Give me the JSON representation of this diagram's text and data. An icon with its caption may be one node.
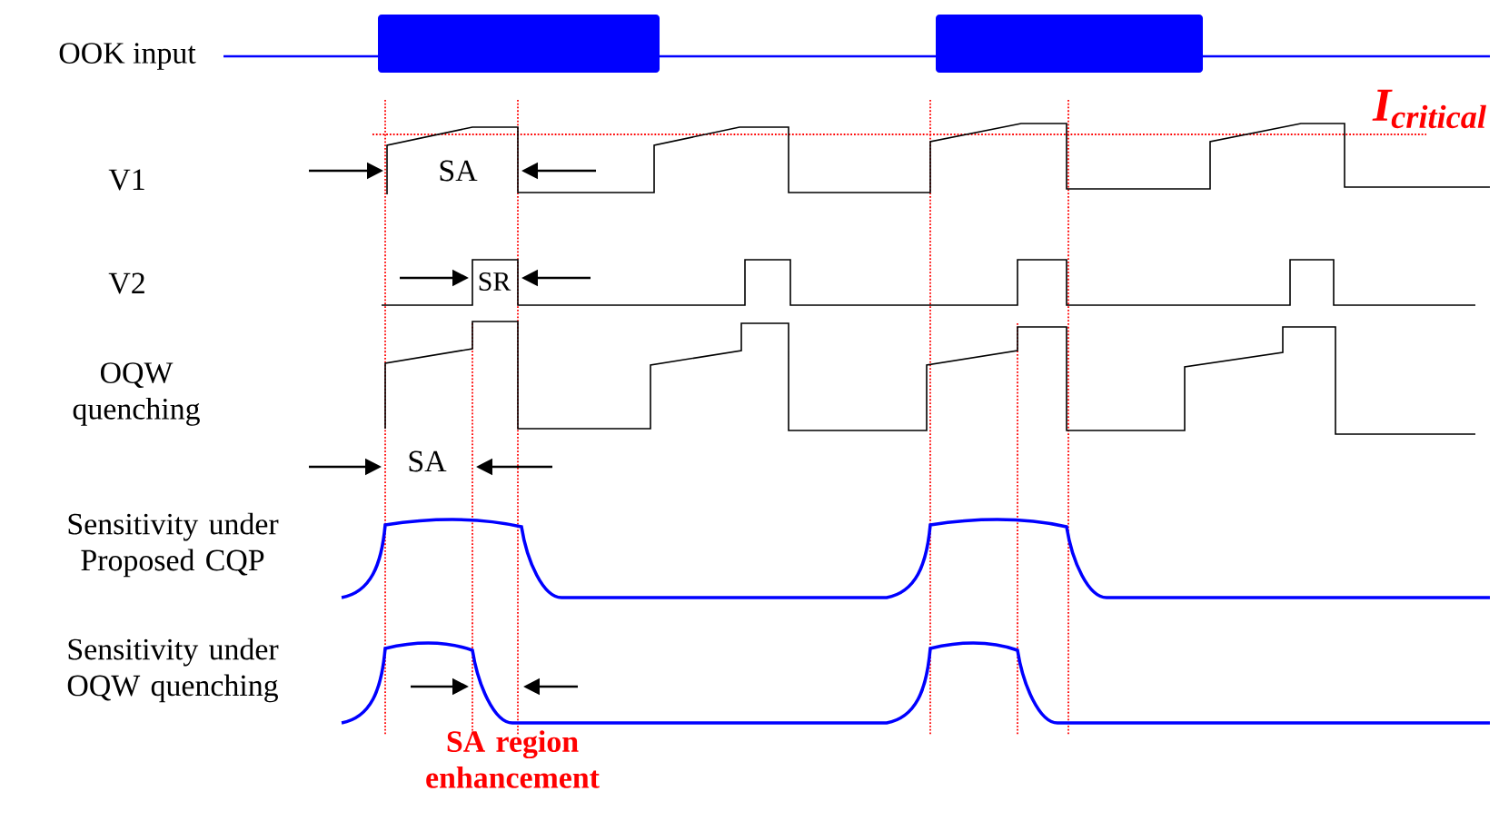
{
  "diagram": {
    "labels": [
      "OOK input",
      "I$_{critical}$",
      "V1",
      "SA",
      "V2",
      "SR",
      "OQW quenching",
      "SA",
      "Sensitivity under Proposed CQP",
      "Sensitivity under OQW quenching",
      "SA region enhancement"
    ]
  }
}
